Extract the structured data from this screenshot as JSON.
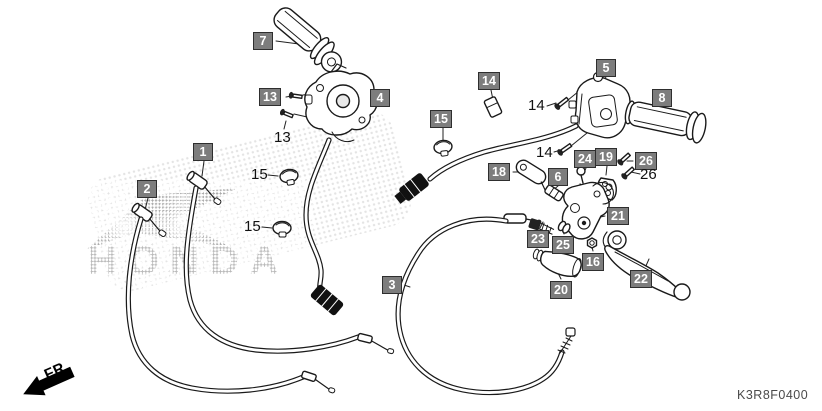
{
  "watermark": {
    "text": "HONDA"
  },
  "footer": {
    "diagram_code": "K3R8F0400",
    "fr_label": "FR."
  },
  "callouts": {
    "b1": "1",
    "b2": "2",
    "b3": "3",
    "b4": "4",
    "b5": "5",
    "b6": "6",
    "b7": "7",
    "b8": "8",
    "b13": "13",
    "b14": "14",
    "b15": "15",
    "b16": "16",
    "b18": "18",
    "b19": "19",
    "b20": "20",
    "b21": "21",
    "b22": "22",
    "b23": "23",
    "b24": "24",
    "b25": "25",
    "b26": "26",
    "t13": "13",
    "t14a": "14",
    "t14b": "14",
    "t15a": "15",
    "t15b": "15",
    "t26": "26"
  },
  "colors": {
    "label_bg": "#7d7d7d",
    "label_border": "#2e2e2e",
    "label_text": "#ffffff",
    "line_art": "#1a1a1a",
    "watermark": "#b9b9b9",
    "background": "#ffffff"
  }
}
